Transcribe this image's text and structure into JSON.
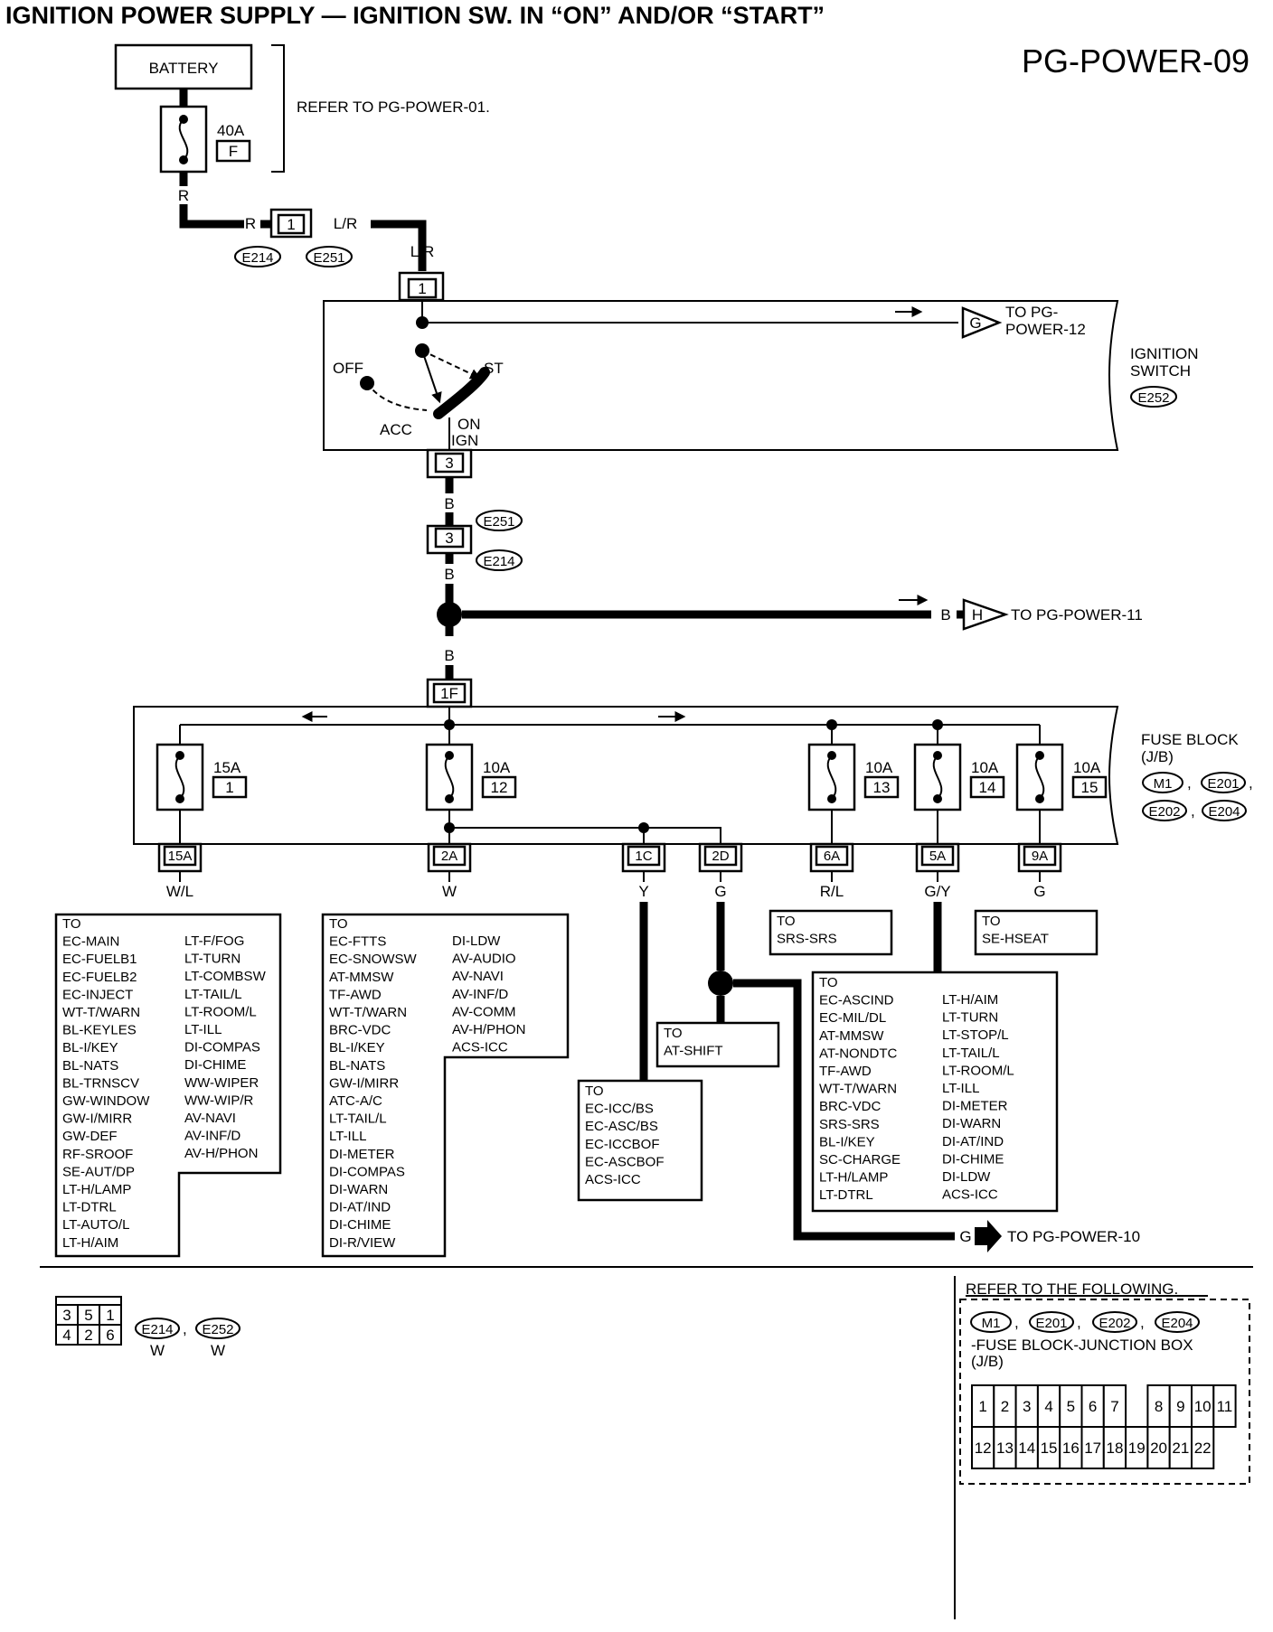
{
  "title": "IGNITION POWER SUPPLY — IGNITION SW. IN “ON” AND/OR “START”",
  "page_id": "PG-POWER-09",
  "battery": {
    "label": "BATTERY",
    "fuse_rating": "40A",
    "fuse_id": "F",
    "refer": "REFER TO PG-POWER-01."
  },
  "inline_connector": {
    "pin": "1",
    "wire_in": "R",
    "wire_in2": "R",
    "wire_out": "L/R",
    "connectors": [
      "E214",
      "E251"
    ]
  },
  "ignition_switch": {
    "name_line1": "IGNITION",
    "name_line2": "SWITCH",
    "connector": "E252",
    "input_pin": "1",
    "input_wire": "L/R",
    "output_pin": "3",
    "pos_off": "OFF",
    "pos_acc": "ACC",
    "pos_on": "ON",
    "pos_ign": "IGN",
    "pos_st": "ST",
    "out_g_marker": "G",
    "out_g_line1": "TO PG-",
    "out_g_line2": "POWER-12"
  },
  "b_wire": {
    "wire1": "B",
    "conn_e251": "E251",
    "pin": "3",
    "conn_e214": "E214",
    "wire2": "B",
    "wire3": "B",
    "h_wire": "B",
    "h_marker": "H",
    "h_dest": "TO PG-POWER-11"
  },
  "fuse_block": {
    "name_line1": "FUSE BLOCK",
    "name_line2": "(J/B)",
    "connectors": [
      "M1",
      "E201",
      "E202",
      "E204"
    ],
    "input_pin": "1F",
    "fuses": [
      {
        "rating": "15A",
        "num": "1"
      },
      {
        "rating": "10A",
        "num": "12"
      },
      {
        "rating": "10A",
        "num": "13"
      },
      {
        "rating": "10A",
        "num": "14"
      },
      {
        "rating": "10A",
        "num": "15"
      }
    ],
    "outputs": [
      {
        "pin": "15A",
        "wire": "W/L"
      },
      {
        "pin": "2A",
        "wire": "W"
      },
      {
        "pin": "1C",
        "wire": "Y"
      },
      {
        "pin": "2D",
        "wire": "G"
      },
      {
        "pin": "6A",
        "wire": "R/L"
      },
      {
        "pin": "5A",
        "wire": "G/Y"
      },
      {
        "pin": "9A",
        "wire": "G"
      }
    ]
  },
  "destinations": {
    "box_wl": {
      "col1": [
        "TO",
        "EC-MAIN",
        "EC-FUELB1",
        "EC-FUELB2",
        "EC-INJECT",
        "WT-T/WARN",
        "BL-KEYLES",
        "BL-I/KEY",
        "BL-NATS",
        "BL-TRNSCV",
        "GW-WINDOW",
        "GW-I/MIRR",
        "GW-DEF",
        "RF-SROOF",
        "SE-AUT/DP",
        "LT-H/LAMP",
        "LT-DTRL",
        "LT-AUTO/L",
        "LT-H/AIM"
      ],
      "col2": [
        "LT-F/FOG",
        "LT-TURN",
        "LT-COMBSW",
        "LT-TAIL/L",
        "LT-ROOM/L",
        "LT-ILL",
        "DI-COMPAS",
        "DI-CHIME",
        "WW-WIPER",
        "WW-WIP/R",
        "AV-NAVI",
        "AV-INF/D",
        "AV-H/PHON"
      ]
    },
    "box_w": {
      "col1": [
        "TO",
        "EC-FTTS",
        "EC-SNOWSW",
        "AT-MMSW",
        "TF-AWD",
        "WT-T/WARN",
        "BRC-VDC",
        "BL-I/KEY",
        "BL-NATS",
        "GW-I/MIRR",
        "ATC-A/C",
        "LT-TAIL/L",
        "LT-ILL",
        "DI-METER",
        "DI-COMPAS",
        "DI-WARN",
        "DI-AT/IND",
        "DI-CHIME",
        "DI-R/VIEW"
      ],
      "col2": [
        "DI-LDW",
        "AV-AUDIO",
        "AV-NAVI",
        "AV-INF/D",
        "AV-COMM",
        "AV-H/PHON",
        "ACS-ICC"
      ]
    },
    "box_y": [
      "TO",
      "EC-ICC/BS",
      "EC-ASC/BS",
      "EC-ICCBOF",
      "EC-ASCBOF",
      "ACS-ICC"
    ],
    "box_atshift": [
      "TO",
      "AT-SHIFT"
    ],
    "box_srs": [
      "TO",
      "SRS-SRS"
    ],
    "box_hseat": [
      "TO",
      "SE-HSEAT"
    ],
    "box_gy": {
      "col1": [
        "TO",
        "EC-ASCIND",
        "EC-MIL/DL",
        "AT-MMSW",
        "AT-NONDTC",
        "TF-AWD",
        "WT-T/WARN",
        "BRC-VDC",
        "SRS-SRS",
        "BL-I/KEY",
        "SC-CHARGE",
        "LT-H/LAMP",
        "LT-DTRL"
      ],
      "col2": [
        "LT-H/AIM",
        "LT-TURN",
        "LT-STOP/L",
        "LT-TAIL/L",
        "LT-ROOM/L",
        "LT-ILL",
        "DI-METER",
        "DI-WARN",
        "DI-AT/IND",
        "DI-CHIME",
        "DI-LDW",
        "ACS-ICC"
      ]
    },
    "g_wire": "G",
    "g_dest": "TO PG-POWER-10"
  },
  "connector_face": {
    "top_row": [
      "3",
      "5",
      "1"
    ],
    "bottom_row": [
      "4",
      "2",
      "6"
    ],
    "connectors": [
      "E214",
      "E252"
    ],
    "colors": [
      "W",
      "W"
    ]
  },
  "refer_box": {
    "heading": "REFER TO THE FOLLOWING.",
    "connectors": [
      "M1",
      "E201",
      "E202",
      "E204"
    ],
    "desc_line1": "-FUSE BLOCK-JUNCTION BOX",
    "desc_line2": "(J/B)",
    "top_row": [
      "1",
      "2",
      "3",
      "4",
      "5",
      "6",
      "7",
      "",
      "8",
      "9",
      "10",
      "11"
    ],
    "bottom_row": [
      "12",
      "13",
      "14",
      "15",
      "16",
      "17",
      "18",
      "19",
      "20",
      "21",
      "22"
    ]
  }
}
